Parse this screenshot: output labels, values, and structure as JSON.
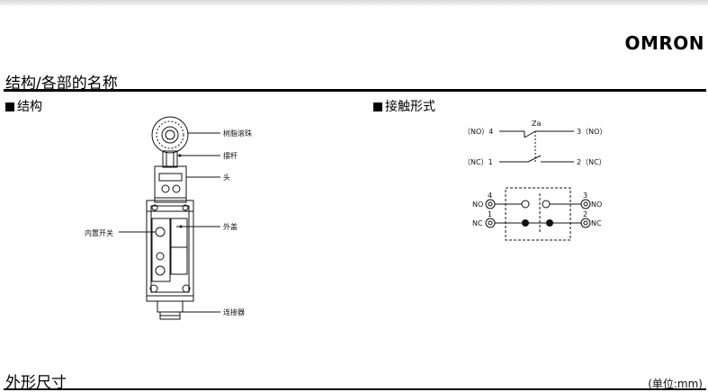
{
  "brand": "OMRON",
  "section_structure": "结构/各部的名称",
  "sub_structure": "结构",
  "sub_contact": "接触形式",
  "parts": {
    "roller": "树脂滚珠",
    "lever": "摆杆",
    "head": "头",
    "internal_switch": "内置开关",
    "cover": "外盖",
    "connector": "连接器"
  },
  "contact": {
    "za": "Za",
    "t4": "（NO）4",
    "t3": "3（NO）",
    "t1": "（NC）1",
    "t2": "2（NC）",
    "n4": "4",
    "n3": "3",
    "n1": "1",
    "n2": "2",
    "no_left": "NO",
    "no_right": "NO",
    "nc_left": "NC",
    "nc_right": "NC"
  },
  "section_dimensions": "外形尺寸",
  "unit": "(单位:mm)"
}
